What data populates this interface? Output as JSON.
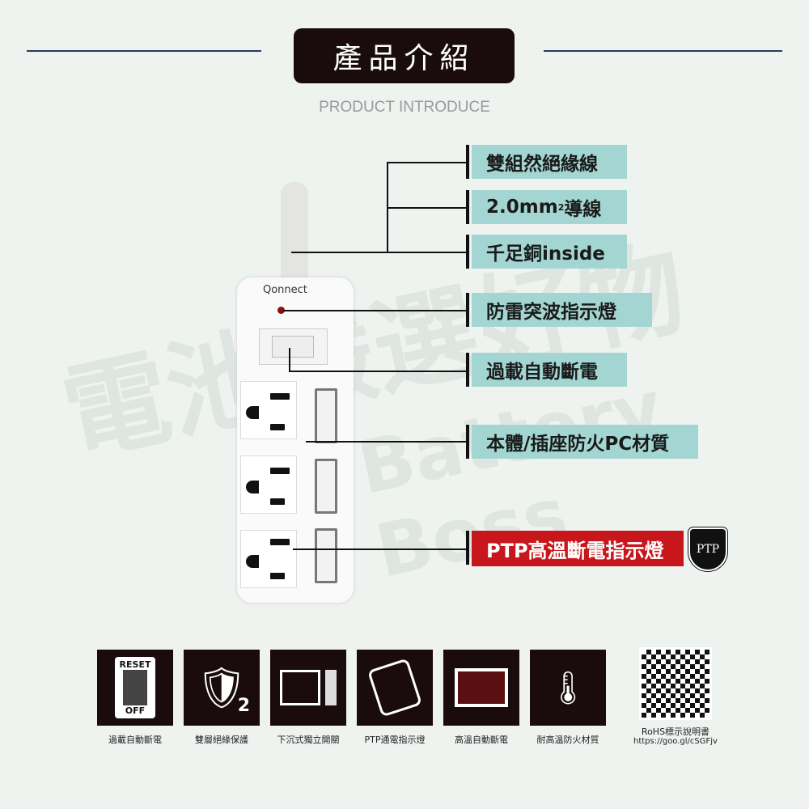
{
  "header": {
    "title": "產品介紹",
    "subtitle": "PRODUCT INTRODUCE"
  },
  "product": {
    "brand": "Qonnect"
  },
  "watermark": {
    "text_cn": "電池嚴選好物",
    "text_en": "Battery Boss"
  },
  "features": [
    {
      "label": "雙組然絕緣線"
    },
    {
      "label_main": "2.0mm",
      "label_sup": "2",
      "label_tail": "導線"
    },
    {
      "label": "千足銅inside"
    },
    {
      "label": "防雷突波指示燈"
    },
    {
      "label": "過載自動斷電"
    },
    {
      "label": "本體/插座防火PC材質"
    },
    {
      "label": "PTP高溫斷電指示燈",
      "highlight_color": "#c8161d"
    }
  ],
  "ptp_badge": "PTP",
  "icons": [
    {
      "icon": "reset-switch-icon",
      "caption": "過載自動斷電",
      "inner_top": "RESET",
      "inner_bottom": "OFF"
    },
    {
      "icon": "shield-check-icon",
      "caption": "雙層絕緣保護",
      "inner": "2"
    },
    {
      "icon": "recessed-switch-icon",
      "caption": "下沉式獨立開關"
    },
    {
      "icon": "ptp-indicator-icon",
      "caption": "PTP通電指示燈"
    },
    {
      "icon": "thermal-cutoff-icon",
      "caption": "高溫自動斷電"
    },
    {
      "icon": "thermometer-icon",
      "caption": "耐高溫防火材質"
    }
  ],
  "qr": {
    "caption": "RoHS標示說明書",
    "url": "https://goo.gl/cSGFjv"
  },
  "colors": {
    "accent": "#a3d6d2",
    "dark": "#1a0c0c",
    "red": "#c8161d"
  }
}
